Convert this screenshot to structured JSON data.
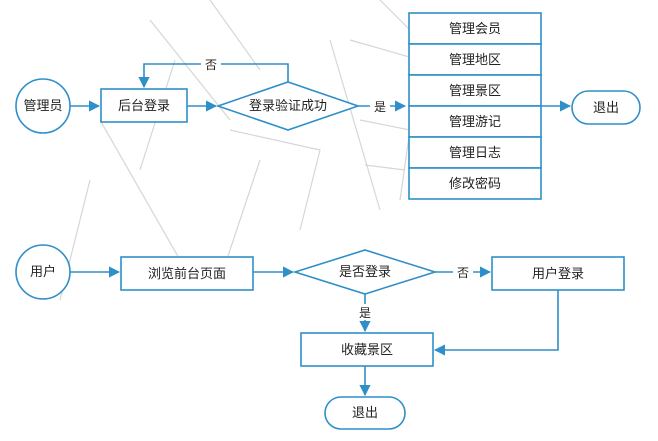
{
  "colors": {
    "accent": "#2f8fc8",
    "text": "#222222",
    "watermark": "#d6d6d6"
  },
  "admin_flow": {
    "start": "管理员",
    "login": "后台登录",
    "verify": "登录验证成功",
    "no": "否",
    "yes": "是",
    "menu": [
      "管理会员",
      "管理地区",
      "管理景区",
      "管理游记",
      "管理日志",
      "修改密码"
    ],
    "exit": "退出"
  },
  "user_flow": {
    "start": "用户",
    "browse": "浏览前台页面",
    "decision": "是否登录",
    "no": "否",
    "yes": "是",
    "login": "用户登录",
    "favorite": "收藏景区",
    "exit": "退出"
  }
}
